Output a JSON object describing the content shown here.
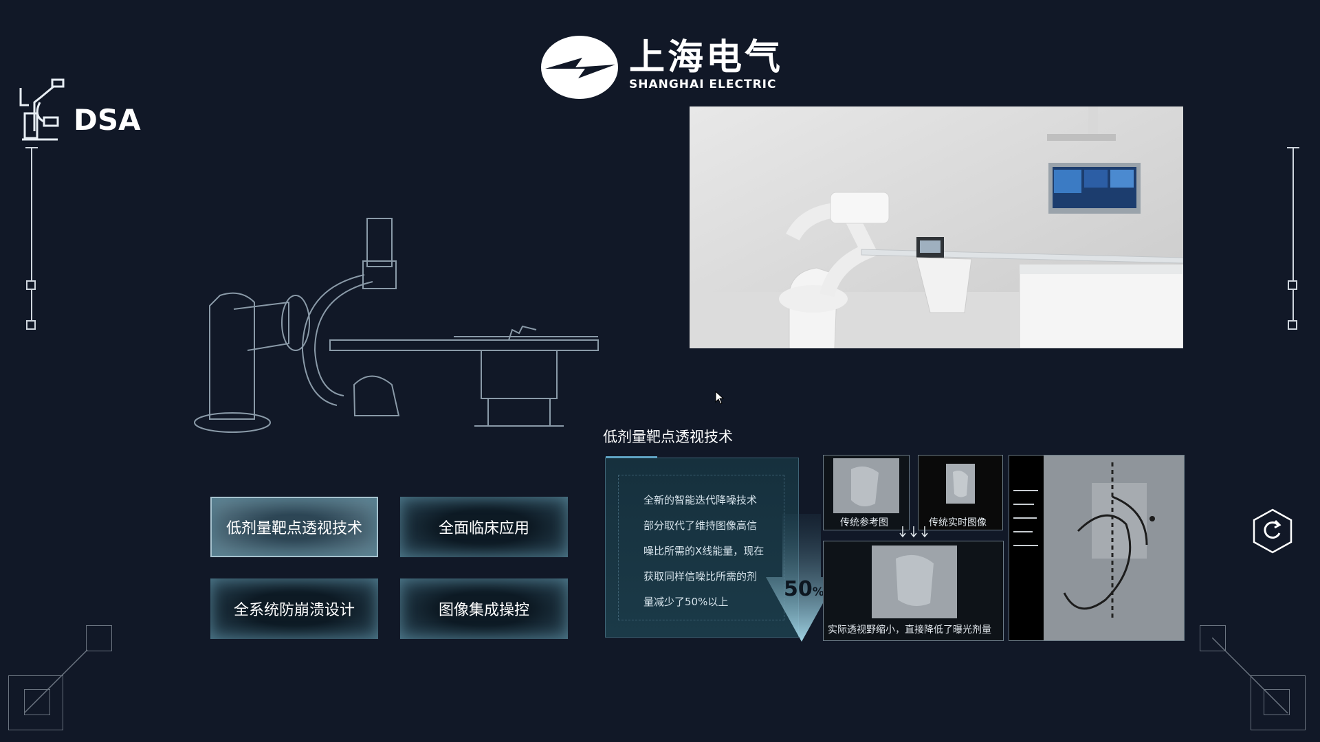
{
  "brand": {
    "name_cn": "上海电气",
    "name_en": "SHANGHAI ELECTRIC",
    "color": "#ffffff"
  },
  "product_badge": {
    "label": "DSA",
    "icon": "c-arm-icon"
  },
  "features": [
    {
      "label": "低剂量靶点透视技术",
      "active": true
    },
    {
      "label": "全面临床应用",
      "active": false
    },
    {
      "label": "全系统防崩溃设计",
      "active": false
    },
    {
      "label": "图像集成操控",
      "active": false
    }
  ],
  "detail": {
    "title": "低剂量靶点透视技术",
    "description_lines": [
      "全新的智能迭代降噪技术",
      "部分取代了维持图像高信",
      "噪比所需的X线能量，现在",
      "获取同样信噪比所需的剂",
      "量减少了50%以上"
    ],
    "reduction_value": "50",
    "reduction_unit": "%",
    "images": {
      "reference": "传统参考图",
      "realtime": "传统实时图像",
      "result": "实际透视野缩小，直接降低了曝光剂量"
    }
  },
  "colors": {
    "background": "#111827",
    "accent": "#6b8b99",
    "panel": "#1b3a48"
  },
  "icons": {
    "refresh": "refresh-icon",
    "cursor": "cursor-icon"
  }
}
